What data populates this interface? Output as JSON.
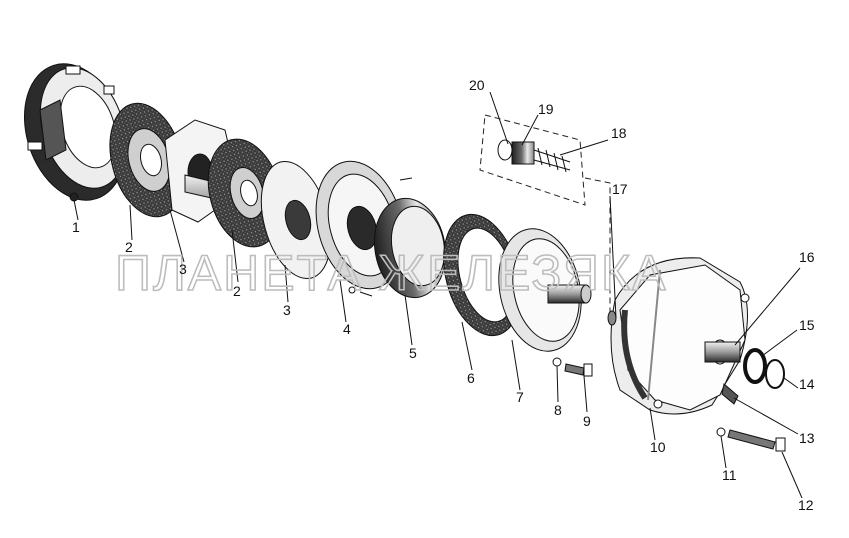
{
  "watermark": "ПЛАНЕТА ЖЕЛЕЗЯКА",
  "callouts": [
    "1",
    "2",
    "3",
    "2",
    "3",
    "4",
    "5",
    "6",
    "7",
    "8",
    "9",
    "10",
    "11",
    "12",
    "13",
    "14",
    "15",
    "16",
    "17",
    "18",
    "19",
    "20"
  ],
  "colors": {
    "ink": "#111111",
    "dark": "#2a2a2a",
    "mid": "#777777",
    "light": "#d9d9d9",
    "watermark": "#bdbdbd"
  }
}
